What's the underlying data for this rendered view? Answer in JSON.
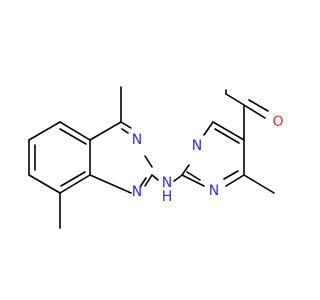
{
  "molecule": {
    "colors": {
      "bond": "#000000",
      "nitrogen": "#2e2ef0",
      "oxygen": "#f02e2e",
      "background": "#ffffff"
    },
    "labels": {
      "quinazoline_n3": "N",
      "quinazoline_n1": "N",
      "amine_nh": "N",
      "amine_h": "H",
      "pyrimidine_n1": "N",
      "pyrimidine_n3": "N",
      "carbonyl_o": "O"
    }
  }
}
